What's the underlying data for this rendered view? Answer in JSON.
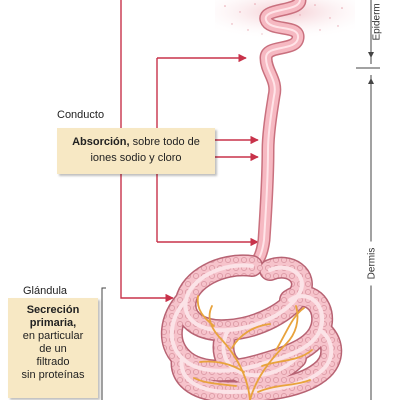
{
  "labels": {
    "conducto": "Conducto",
    "absorcion_bold": "Absorción,",
    "absorcion_rest": " sobre todo de iones sodio y cloro",
    "glandula": "Glándula",
    "secrecion_bold_1": "Secreción",
    "secrecion_bold_2": "primaria,",
    "secrecion_rest_1": "en particular",
    "secrecion_rest_2": "de un",
    "secrecion_rest_3": "filtrado",
    "secrecion_rest_4": "sin proteínas",
    "epidermis": "Epiderm",
    "dermis": "Dermis"
  },
  "colors": {
    "arrow_red": "#c8324a",
    "duct_pink": "#f6b9c2",
    "duct_outline": "#c9707e",
    "label_box": "#f7e8c4",
    "nerve_orange": "#e8a33c",
    "scale_line": "#444444"
  }
}
